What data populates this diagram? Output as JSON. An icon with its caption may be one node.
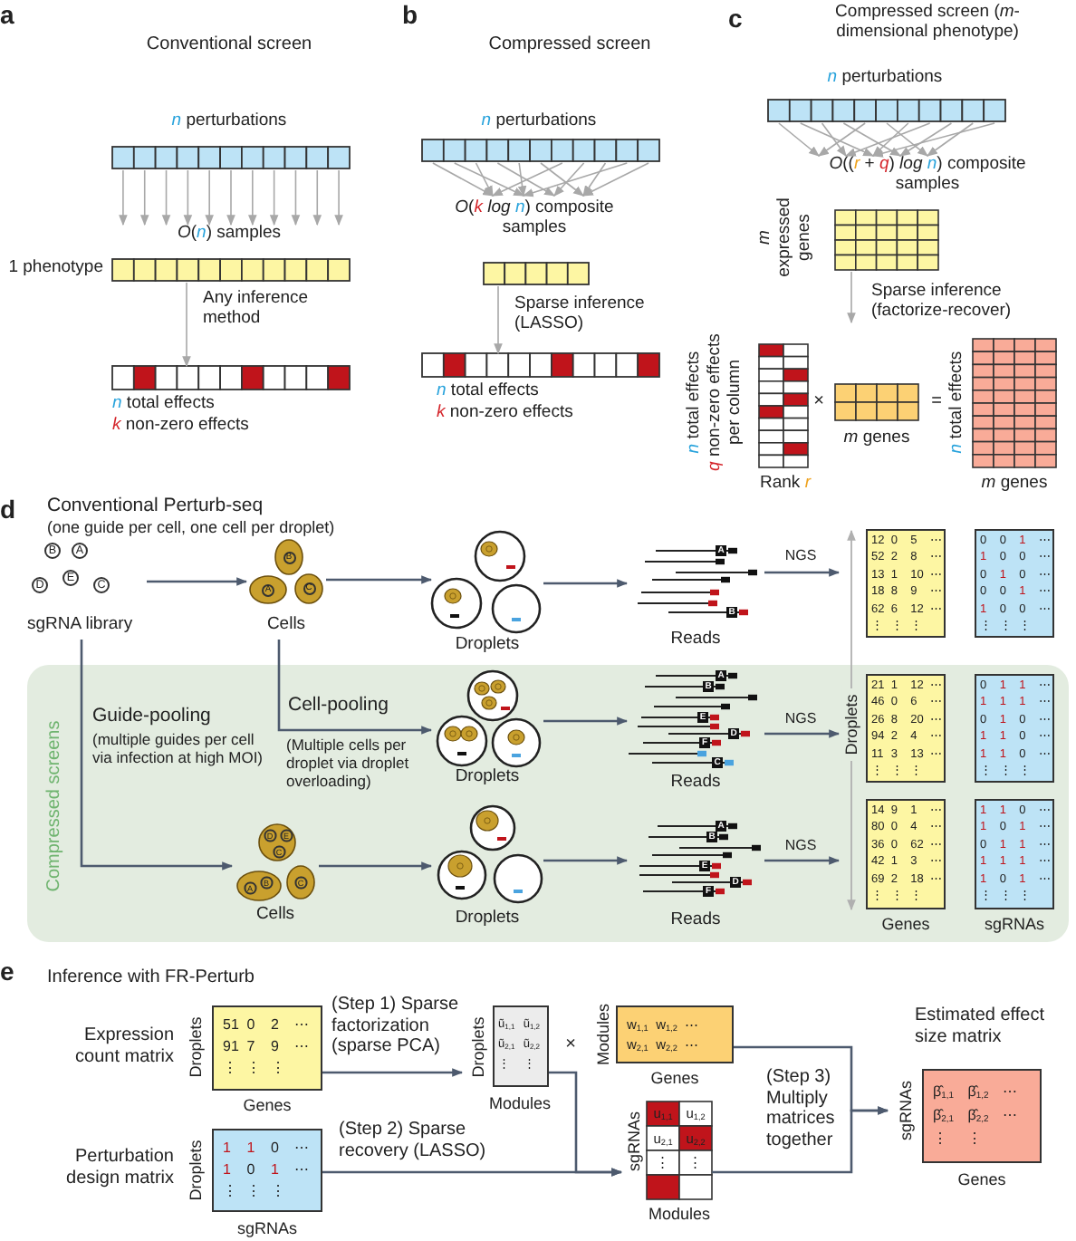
{
  "diagram": {
    "nodes": [
      {
        "text": [
          "*n* perturbations"
        ]
      },
      {
        "text": [
          "*O*(*n*) samples"
        ],
        "beside": [
          "1 phenotype"
        ]
      },
      {
        "text": [
          "*n* total effects",
          "*k* non-zero effects"
        ]
      },
      {
        "text": [
          "*n* perturbations"
        ]
      },
      {
        "text": [
          "*O*(*k* *log* *n*) composite samples"
        ]
      },
      {
        "text": [
          "*n* total effects",
          "*k* non-zero effects"
        ]
      },
      {
        "text": [
          "*n* perturbations"
        ]
      },
      {
        "text": [
          "*O*((*r* + *q*) *log* *n*) composite samples"
        ],
        "beside": [
          "*m* expressed genes"
        ]
      },
      {
        "text": [
          "Rank *r*"
        ],
        "beside": [
          "*n* total effects",
          "*q* non-zero effects per column"
        ]
      },
      {
        "text": [
          "*m* genes"
        ]
      },
      {
        "text": [
          "*m* genes"
        ],
        "beside": [
          "*n* total effects"
        ]
      },
      {
        "text": [
          "B",
          "A",
          "D",
          "E",
          "C",
          "sgRNA library"
        ]
      },
      {
        "text": [
          "B",
          "A",
          "C",
          "Cells"
        ]
      },
      {
        "text": [
          "Droplets"
        ]
      },
      {
        "text": [
          "A",
          "B",
          "Reads"
        ]
      },
      {
        "text": [
          "12 0 5 ⋯",
          "52 2 8 ⋯",
          "13 1 10 ⋯",
          "18 8 9 ⋯",
          "62 6 12 ⋯",
          "⋮ ⋮ ⋮"
        ]
      },
      {
        "text": [
          "0 0 1 ⋯",
          "1 0 0 ⋯",
          "0 1 0 ⋯",
          "0 0 1 ⋯",
          "1 0 0 ⋯",
          "⋮ ⋮ ⋮"
        ]
      },
      {
        "text": [
          "Compressed screens"
        ]
      },
      {
        "text": [
          "Droplets"
        ],
        "in": 17
      },
      {
        "text": [
          "A",
          "B",
          "E",
          "D",
          "F",
          "C",
          "Reads"
        ],
        "in": 17
      },
      {
        "text": [
          "21 1 12 ⋯",
          "46 0 6 ⋯",
          "26 8 20 ⋯",
          "94 2 4 ⋯",
          "11 3 13 ⋯",
          "⋮ ⋮ ⋮"
        ],
        "in": 17
      },
      {
        "text": [
          "0 1 1 ⋯",
          "1 1 1 ⋯",
          "0 1 0 ⋯",
          "1 1 0 ⋯",
          "1 1 0 ⋯",
          "⋮ ⋮ ⋮"
        ],
        "in": 17
      },
      {
        "text": [
          "D",
          "E",
          "C",
          "A",
          "B",
          "C",
          "Cells"
        ],
        "in": 17
      },
      {
        "text": [
          "Droplets"
        ],
        "in": 17
      },
      {
        "text": [
          "A",
          "B",
          "E",
          "D",
          "F",
          "Reads"
        ],
        "in": 17
      },
      {
        "text": [
          "14 9 1 ⋯",
          "80 0 4 ⋯",
          "36 0 62 ⋯",
          "42 1 3 ⋯",
          "69 2 18 ⋯",
          "⋮ ⋮ ⋮"
        ],
        "in": 17
      },
      {
        "text": [
          "1 1 0 ⋯",
          "1 0 1 ⋯",
          "0 1 1 ⋯",
          "1 1 1 ⋯",
          "1 0 1 ⋯",
          "⋮ ⋮ ⋮"
        ],
        "in": 17
      },
      {
        "text": [
          "51 0 2 ⋯",
          "91 7 9 ⋯",
          "⋮ ⋮ ⋮"
        ],
        "beside": [
          "Expression count matrix",
          "Droplets",
          "Genes"
        ]
      },
      {
        "text": [
          "1 1 0 ⋯",
          "1 0 1 ⋯",
          "⋮ ⋮ ⋮"
        ],
        "beside": [
          "Perturbation design matrix",
          "Droplets",
          "sgRNAs"
        ]
      },
      {
        "text": [
          "ũ$_{1,1}$ ũ$_{1,2}$",
          "ũ$_{2,1}$ ũ$_{2,2}$",
          "⋮ ⋮"
        ],
        "beside": [
          "Droplets",
          "Modules"
        ]
      },
      {
        "text": [
          "w$_{1,1}$ w$_{1,2}$ ⋯",
          "w$_{2,1}$ w$_{2,2}$ ⋯"
        ],
        "beside": [
          "Modules",
          "Genes"
        ]
      },
      {
        "text": [
          "u$_{1,1}$",
          "u$_{1,2}$",
          "u$_{2,1}$",
          "u$_{2,2}$",
          "⋮",
          "⋮"
        ],
        "beside": [
          "sgRNAs",
          "Modules"
        ]
      },
      {
        "text": [
          "β̂$_{1,1}$ β̂$_{1,2}$ ⋯",
          "β̂$_{2,1}$ β̂$_{2,2}$ ⋯",
          "⋮ ⋮"
        ],
        "beside": [
          "Estimated effect size matrix",
          "sgRNAs",
          "Genes"
        ]
      }
    ],
    "edges": [
      {
        "from": 0,
        "to": 1,
        "arrow": "to"
      },
      {
        "from": 0,
        "to": 1,
        "arrow": "to"
      },
      {
        "from": 0,
        "to": 1,
        "arrow": "to"
      },
      {
        "from": 0,
        "to": 1,
        "arrow": "to"
      },
      {
        "from": 0,
        "to": 1,
        "arrow": "to"
      },
      {
        "from": 0,
        "to": 1,
        "arrow": "to"
      },
      {
        "from": 0,
        "to": 1,
        "arrow": "to"
      },
      {
        "from": 0,
        "to": 1,
        "arrow": "to"
      },
      {
        "from": 0,
        "to": 1,
        "arrow": "to"
      },
      {
        "from": 0,
        "to": 1,
        "arrow": "to"
      },
      {
        "from": 0,
        "to": 1,
        "arrow": "to"
      },
      {
        "from": 1,
        "to": 2,
        "arrow": "to",
        "label": "Any inference method"
      },
      {
        "from": 3,
        "to": 4,
        "arrow": "to"
      },
      {
        "from": 3,
        "to": 4,
        "arrow": "to"
      },
      {
        "from": 3,
        "to": 4,
        "arrow": "to"
      },
      {
        "from": 3,
        "to": 4,
        "arrow": "to"
      },
      {
        "from": 3,
        "to": 4,
        "arrow": "to"
      },
      {
        "from": 3,
        "to": 4,
        "arrow": "to"
      },
      {
        "from": 3,
        "to": 4,
        "arrow": "to"
      },
      {
        "from": 3,
        "to": 4,
        "arrow": "to"
      },
      {
        "from": 3,
        "to": 4,
        "arrow": "to"
      },
      {
        "from": 3,
        "to": 4,
        "arrow": "to"
      },
      {
        "from": 3,
        "to": 4,
        "arrow": "to"
      },
      {
        "from": 4,
        "to": 5,
        "arrow": "to",
        "label": "Sparse inference (LASSO)"
      },
      {
        "from": 6,
        "to": 7,
        "arrow": "to"
      },
      {
        "from": 6,
        "to": 7,
        "arrow": "to"
      },
      {
        "from": 6,
        "to": 7,
        "arrow": "to"
      },
      {
        "from": 6,
        "to": 7,
        "arrow": "to"
      },
      {
        "from": 6,
        "to": 7,
        "arrow": "to"
      },
      {
        "from": 6,
        "to": 7,
        "arrow": "to"
      },
      {
        "from": 6,
        "to": 7,
        "arrow": "to"
      },
      {
        "from": 6,
        "to": 7,
        "arrow": "to"
      },
      {
        "from": 6,
        "to": 7,
        "arrow": "to"
      },
      {
        "from": 6,
        "to": 7,
        "arrow": "to"
      },
      {
        "from": 6,
        "to": 7,
        "arrow": "to"
      },
      {
        "from": 7,
        "to": null,
        "arrow": "to",
        "label": "Sparse inference (factorize-recover)"
      },
      {
        "from": 11,
        "to": 12,
        "arrow": "to",
        "color": "#4d5a6e"
      },
      {
        "from": 12,
        "to": 13,
        "arrow": "to",
        "color": "#4d5a6e"
      },
      {
        "from": 13,
        "to": 14,
        "arrow": "to",
        "color": "#4d5a6e"
      },
      {
        "from": 14,
        "to": 15,
        "arrow": "to",
        "label": "NGS",
        "color": "#4d5a6e"
      },
      {
        "from": 12,
        "to": 18,
        "arrow": "to",
        "label": "Cell-pooling",
        "color": "#4d5a6e"
      },
      {
        "from": 18,
        "to": 19,
        "arrow": "to",
        "color": "#4d5a6e"
      },
      {
        "from": 19,
        "to": 20,
        "arrow": "to",
        "label": "NGS",
        "color": "#4d5a6e"
      },
      {
        "from": 11,
        "to": 22,
        "arrow": "to",
        "label": "Guide-pooling",
        "color": "#4d5a6e"
      },
      {
        "from": 22,
        "to": 23,
        "arrow": "to",
        "color": "#4d5a6e"
      },
      {
        "from": 23,
        "to": 24,
        "arrow": "to",
        "color": "#4d5a6e"
      },
      {
        "from": 24,
        "to": 25,
        "arrow": "to",
        "label": "NGS",
        "color": "#4d5a6e"
      },
      {
        "from": 27,
        "to": 29,
        "arrow": "to",
        "label": "(Step 1) Sparse factorization (sparse PCA)",
        "color": "#4d5a6e"
      },
      {
        "from": 28,
        "to": 31,
        "arrow": "to",
        "label": "(Step 2) Sparse recovery (LASSO)",
        "color": "#4d5a6e"
      },
      {
        "from": 29,
        "to": 31,
        "arrow": "to",
        "color": "#4d5a6e"
      },
      {
        "from": 30,
        "to": 32,
        "arrow": "to",
        "label": "(Step 3) Multiply matrices together",
        "color": "#4d5a6e"
      },
      {
        "from": 31,
        "to": 32,
        "arrow": "to",
        "color": "#4d5a6e"
      }
    ],
    "labels": [
      "a",
      "Conventional screen",
      "b",
      "Compressed screen",
      "c",
      "Compressed screen (*m*-dimensional phenotype)",
      "×",
      "=",
      "d",
      "Conventional Perturb-seq",
      "(one guide per cell, one cell per droplet)",
      "Droplets",
      "(multiple guides per cell via infection at high MOI)",
      "(Multiple cells per droplet via droplet overloading)",
      "Genes",
      "sgRNAs",
      "e",
      "Inference with FR-Perturb",
      "×"
    ]
  }
}
